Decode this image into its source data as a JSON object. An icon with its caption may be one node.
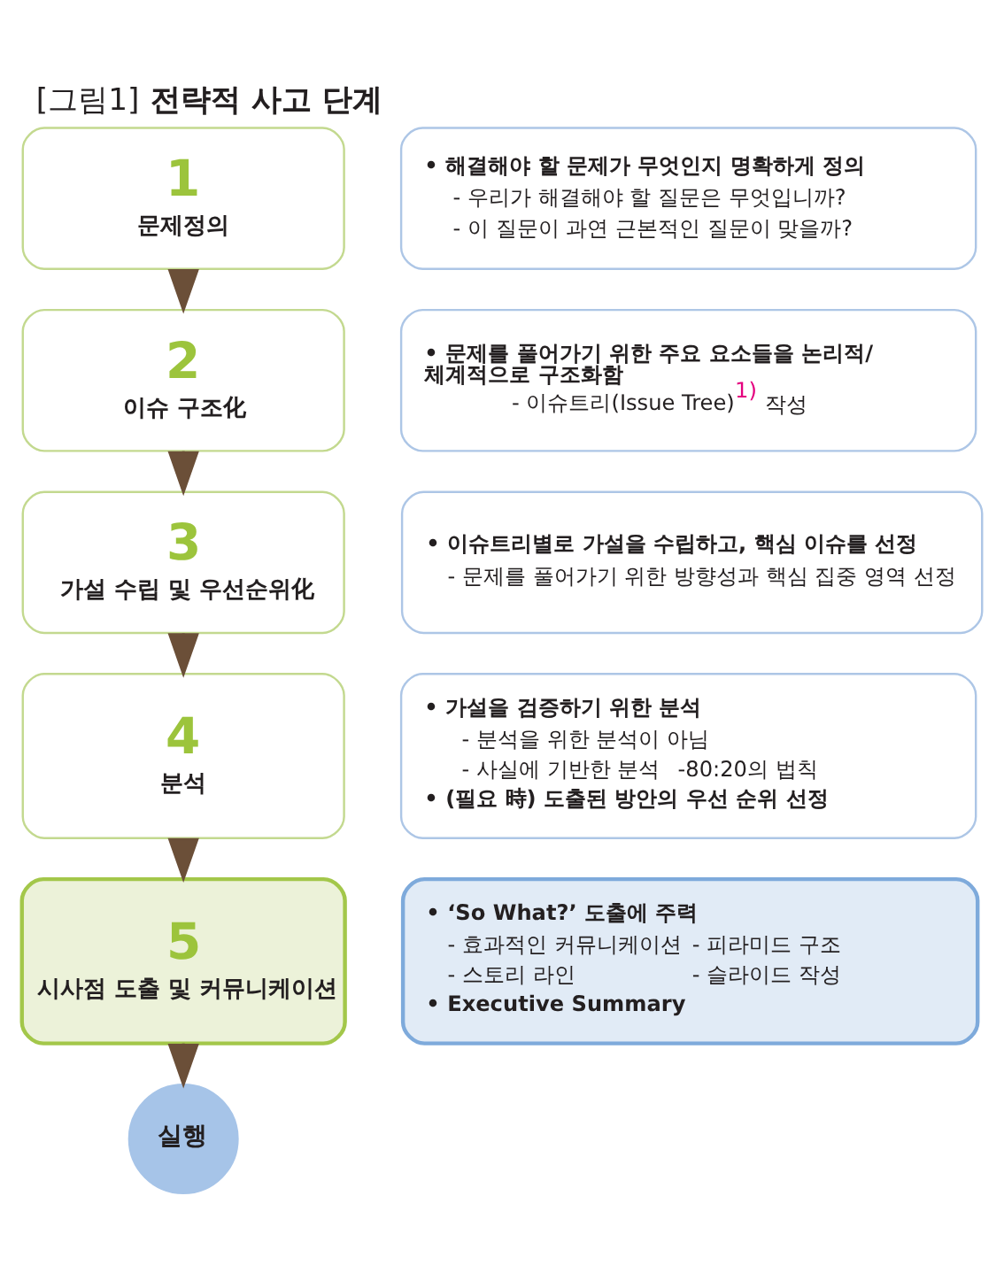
{
  "diagram": {
    "title": "[그림1] **전략적 사고 단계**",
    "nodes": [
      {
        "text": [
          "1",
          "문제정의"
        ]
      },
      {
        "text": [
          "• 해결해야 할 문제가 무엇인지 명확하게 정의",
          "- 우리가 해결해야 할 질문은 무엇입니까?",
          "- 이 질문이 과연 근본적인 질문이 맞을까?"
        ]
      },
      {
        "text": [
          "2",
          "이슈 구조化"
        ]
      },
      {
        "text": [
          "• 문제를 풀어가기 위한 주요 요소들을 논리적/ 체계적으로 구조화함",
          "- 이슈트리(Issue Tree)$^{1)}$ 작성"
        ]
      },
      {
        "text": [
          "3",
          "가설 수립 및 우선순위化"
        ]
      },
      {
        "text": [
          "• 이슈트리별로 가설을 수립하고, 핵심 이슈를 선정",
          "- 문제를 풀어가기 위한 방향성과 핵심 집중 영역 선정"
        ]
      },
      {
        "text": [
          "4",
          "분석"
        ]
      },
      {
        "text": [
          "• 가설을 검증하기 위한 분석",
          "- 분석을 위한 분석이 아님",
          "- 사실에 기반한 분석",
          "-80:20의 법칙",
          "• (필요 時) 도출된 방안의 우선 순위 선정"
        ]
      },
      {
        "text": [
          "5",
          "시사점 도출 및 커뮤니케이션"
        ]
      },
      {
        "text": [
          "• ‘So What?’ 도출에 주력",
          "- 효과적인 커뮤니케이션",
          "- 피라미드 구조",
          "- 스토리 라인",
          "- 슬라이드 작성",
          "• Executive Summary"
        ]
      },
      {
        "text": [
          "실행"
        ]
      }
    ],
    "edges": [
      {
        "from": 0,
        "to": 2,
        "arrow": "to"
      },
      {
        "from": 2,
        "to": 4,
        "arrow": "to"
      },
      {
        "from": 4,
        "to": 6,
        "arrow": "to"
      },
      {
        "from": 6,
        "to": 8,
        "arrow": "to"
      },
      {
        "from": 8,
        "to": 10,
        "arrow": "to"
      }
    ]
  }
}
